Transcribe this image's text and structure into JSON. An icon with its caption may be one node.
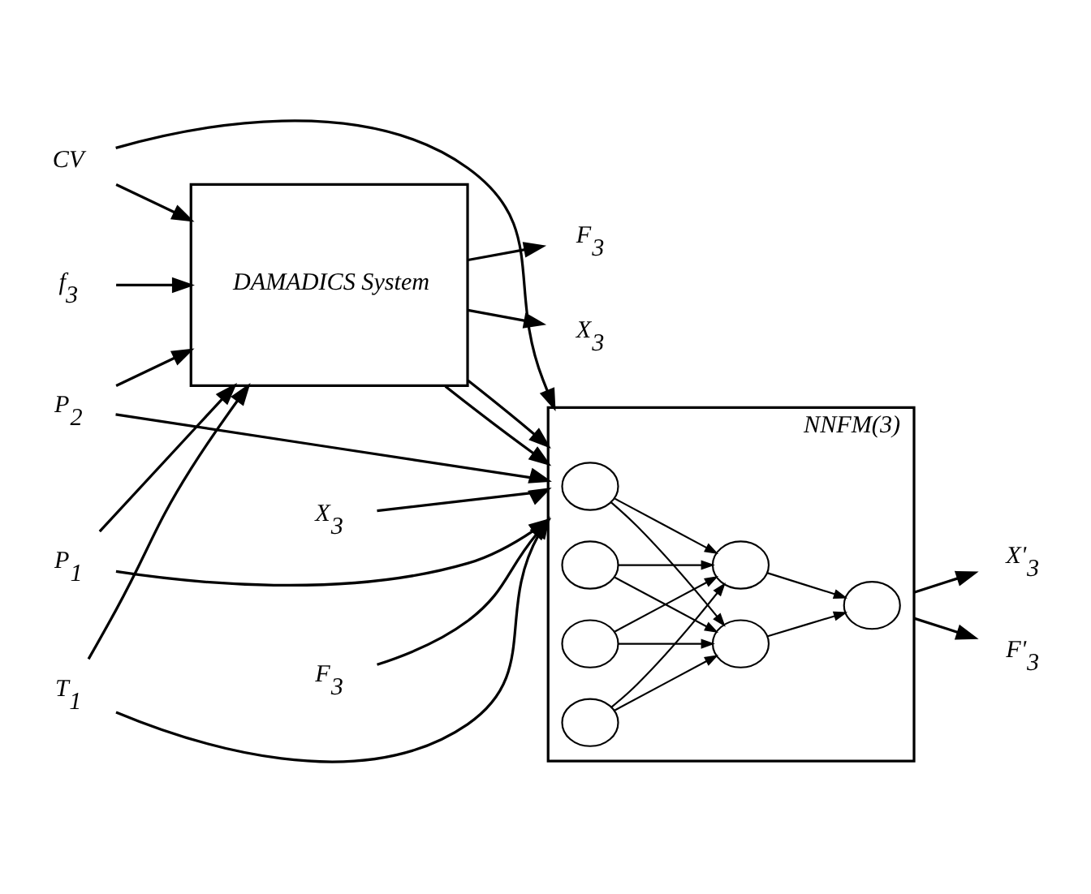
{
  "diagram": {
    "nodes": [
      {
        "text": [
          "f$_{3}$"
        ]
      },
      {
        "text": [
          "CV"
        ]
      },
      {
        "text": [
          "P$_{1}$"
        ]
      },
      {
        "text": [
          "P$_{2}$"
        ]
      },
      {
        "text": [
          "T$_{1}$"
        ]
      },
      {
        "text": [
          "X$_{3}$"
        ]
      },
      {
        "text": [
          "F$_{3}$"
        ]
      },
      {
        "text": [
          "DAMADICS System"
        ]
      },
      {
        "text": [
          "NNFM(3)"
        ]
      },
      {
        "text": [],
        "shape": "circle",
        "in": 8
      },
      {
        "text": [],
        "shape": "circle",
        "in": 8
      },
      {
        "text": [],
        "shape": "circle",
        "in": 8
      },
      {
        "text": [],
        "shape": "circle",
        "in": 8
      },
      {
        "text": [],
        "shape": "circle",
        "in": 8
      },
      {
        "text": [],
        "shape": "circle",
        "in": 8
      },
      {
        "text": [],
        "shape": "circle",
        "in": 8
      },
      {
        "text": [
          "X$_{3}$"
        ]
      },
      {
        "text": [
          "F$_{3}$"
        ]
      },
      {
        "text": [
          "X'$_{3}$"
        ]
      },
      {
        "text": [
          "F'$_{3}$"
        ]
      }
    ],
    "edges": [
      {
        "from": 0,
        "to": 7,
        "arrow": "to"
      },
      {
        "from": 1,
        "to": 7,
        "arrow": "to"
      },
      {
        "from": 2,
        "to": 7,
        "arrow": "to"
      },
      {
        "from": 3,
        "to": 7,
        "arrow": "to"
      },
      {
        "from": 4,
        "to": 7,
        "arrow": "to"
      },
      {
        "from": 7,
        "to": 16,
        "arrow": "to"
      },
      {
        "from": 7,
        "to": 17,
        "arrow": "to"
      },
      {
        "from": 7,
        "to": 8,
        "arrow": "to"
      },
      {
        "from": 7,
        "to": 8,
        "arrow": "to"
      },
      {
        "from": 5,
        "to": 8,
        "arrow": "to"
      },
      {
        "from": 6,
        "to": 8,
        "arrow": "to"
      },
      {
        "from": 2,
        "to": 8,
        "arrow": "to"
      },
      {
        "from": 3,
        "to": 8,
        "arrow": "to"
      },
      {
        "from": 4,
        "to": 8,
        "arrow": "to"
      },
      {
        "from": 1,
        "to": 8,
        "arrow": "to"
      },
      {
        "from": 9,
        "to": 13,
        "arrow": "to"
      },
      {
        "from": 9,
        "to": 14,
        "arrow": "to"
      },
      {
        "from": 10,
        "to": 13,
        "arrow": "to"
      },
      {
        "from": 10,
        "to": 14,
        "arrow": "to"
      },
      {
        "from": 11,
        "to": 13,
        "arrow": "to"
      },
      {
        "from": 11,
        "to": 14,
        "arrow": "to"
      },
      {
        "from": 12,
        "to": 13,
        "arrow": "to"
      },
      {
        "from": 12,
        "to": 14,
        "arrow": "to"
      },
      {
        "from": 13,
        "to": 15,
        "arrow": "to"
      },
      {
        "from": 14,
        "to": 15,
        "arrow": "to"
      },
      {
        "from": 8,
        "to": 18,
        "arrow": "to"
      },
      {
        "from": 8,
        "to": 19,
        "arrow": "to"
      }
    ]
  }
}
